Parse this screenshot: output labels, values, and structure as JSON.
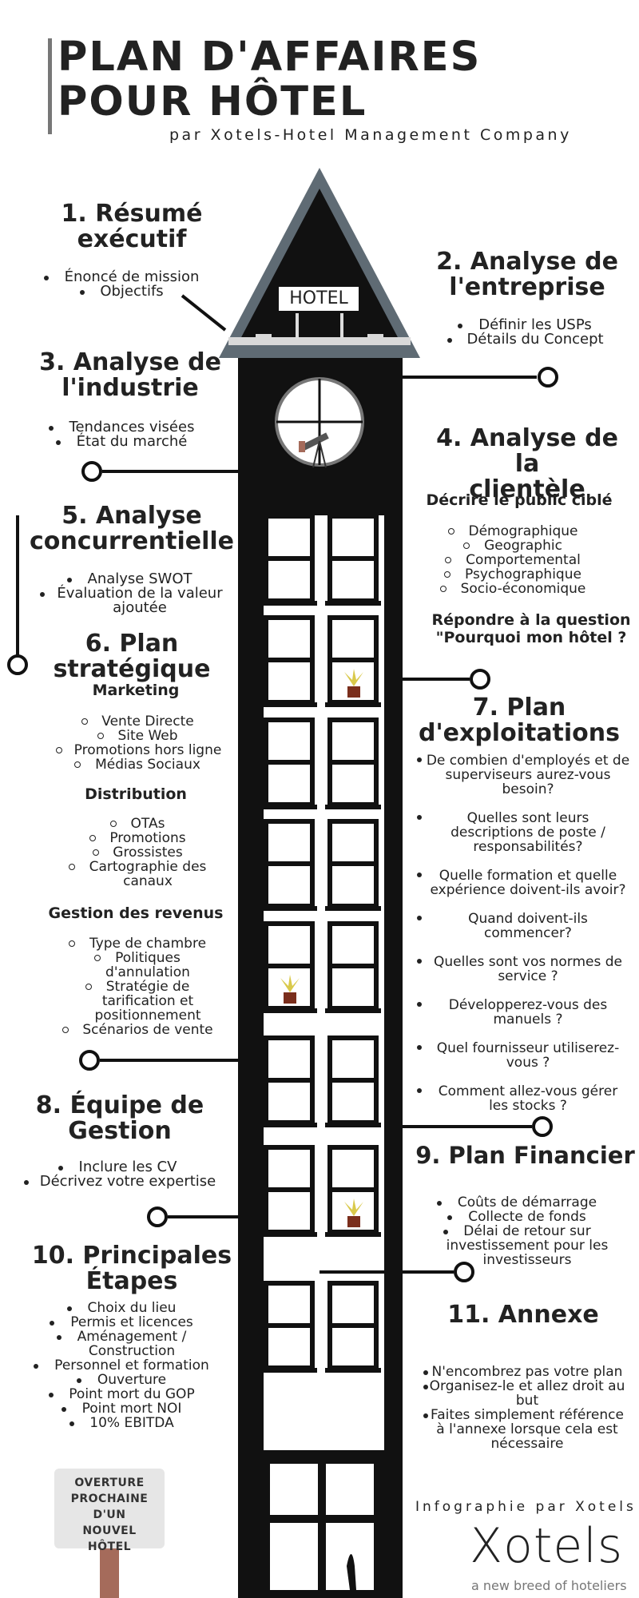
{
  "header": {
    "title_line1": "PLAN D'AFFAIRES",
    "title_line2": "POUR HÔTEL",
    "subtitle": "par Xotels-Hotel Management Company"
  },
  "building": {
    "sign": "HOTEL"
  },
  "sections": {
    "s1": {
      "title1": "1. Résumé",
      "title2": "exécutif",
      "items": [
        "Énoncé de mission",
        "Objectifs"
      ]
    },
    "s2": {
      "title1": "2. Analyse de",
      "title2": "l'entreprise",
      "items": [
        "Définir les USPs",
        "Détails du Concept"
      ]
    },
    "s3": {
      "title1": "3. Analyse de",
      "title2": "l'industrie",
      "items": [
        "Tendances visées",
        "État du marché"
      ]
    },
    "s4": {
      "title1": "4. Analyse de la",
      "title2": "clientèle",
      "sub1": "Décrire le public ciblé",
      "items": [
        "Démographique",
        "Geographic",
        "Comportemental",
        "Psychographique",
        "Socio-économique"
      ],
      "sub2_line1": "Répondre à la question",
      "sub2_line2": "\"Pourquoi mon hôtel ?"
    },
    "s5": {
      "title1": "5. Analyse",
      "title2": "concurrentielle",
      "items": [
        "Analyse SWOT",
        "Évaluation de la valeur",
        "ajoutée"
      ]
    },
    "s6": {
      "title1": "6. Plan",
      "title2": "stratégique",
      "marketing": "Marketing",
      "marketing_items": [
        "Vente Directe",
        "Site Web",
        "Promotions hors ligne",
        "Médias Sociaux"
      ],
      "distribution": "Distribution",
      "distribution_items": [
        "OTAs",
        "Promotions",
        "Grossistes",
        "Cartographie des",
        "canaux"
      ],
      "revenue": "Gestion des revenus",
      "revenue_items": [
        "Type de chambre",
        "Politiques",
        "d'annulation",
        "Stratégie de",
        "tarification et",
        "positionnement",
        "Scénarios de vente"
      ]
    },
    "s7": {
      "title1": "7. Plan",
      "title2": "d'exploitations",
      "q1": [
        "De combien d'employés et de",
        "superviseurs aurez-vous",
        "besoin?"
      ],
      "q2": [
        "Quelles sont leurs",
        "descriptions de poste /",
        "responsabilités?"
      ],
      "q3": [
        "Quelle formation et quelle",
        "expérience doivent-ils avoir?"
      ],
      "q4": [
        "Quand doivent-ils",
        "commencer?"
      ],
      "q5": [
        "Quelles sont vos normes de",
        "service ?"
      ],
      "q6": [
        "Développerez-vous des",
        "manuels ?"
      ],
      "q7": [
        "Quel fournisseur utiliserez-",
        "vous ?"
      ],
      "q8": [
        "Comment allez-vous gérer",
        "les stocks ?"
      ]
    },
    "s8": {
      "title1": "8. Équipe de",
      "title2": "Gestion",
      "items": [
        "Inclure les CV",
        "Décrivez votre expertise"
      ]
    },
    "s9": {
      "title": "9. Plan Financier",
      "items": [
        "Coûts de démarrage",
        "Collecte de fonds",
        "Délai de retour sur",
        "investissement pour les",
        "investisseurs"
      ]
    },
    "s10": {
      "title1": "10. Principales",
      "title2": "Étapes",
      "items": [
        "Choix du lieu",
        "Permis et licences",
        "Aménagement /",
        "Construction",
        "Personnel et formation",
        "Ouverture",
        "Point mort du GOP",
        "Point mort NOI",
        "10% EBITDA"
      ]
    },
    "s11": {
      "title": "11. Annexe",
      "items": [
        "N'encombrez pas votre plan",
        "Organisez-le et allez droit au",
        "but",
        "Faites simplement référence",
        "à l'annexe lorsque cela est",
        "nécessaire"
      ]
    }
  },
  "sign": {
    "line1": "OVERTURE",
    "line2": "PROCHAINE D'UN",
    "line3": "NOUVEL",
    "line4": "HÔTEL"
  },
  "footer": {
    "credit": "Infographie par Xotels",
    "logo": "Xotels",
    "tagline": "a new breed of hoteliers"
  },
  "colors": {
    "building": "#111111",
    "roof": "#5f6b74",
    "sign_post": "#a56b5b",
    "sign_board": "#e6e6e6",
    "plant_pot": "#7a2e1c",
    "plant_leaf": "#d9c94a"
  }
}
